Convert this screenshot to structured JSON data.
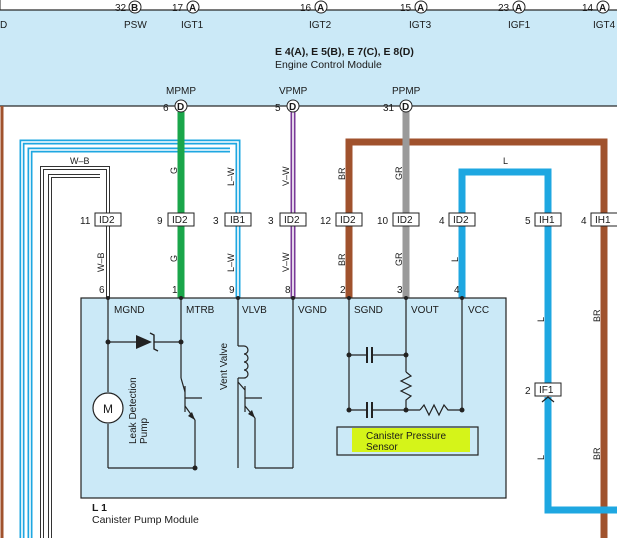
{
  "colors": {
    "module_fill": "#cbe9f7",
    "wire_green": "#1aa64a",
    "wire_purple": "#7a3a98",
    "wire_brown": "#a0522d",
    "wire_gray": "#9a9a9a",
    "wire_blue": "#1ea7e1",
    "wire_white": "#ffffff",
    "highlight": "#d6f500"
  },
  "ecm": {
    "title": "E 4(A), E 5(B), E 7(C), E 8(D)",
    "subtitle": "Engine Control Module",
    "top_pins": [
      {
        "num": "",
        "conn": "",
        "name": "D"
      },
      {
        "num": "32",
        "conn": "B",
        "name": "PSW"
      },
      {
        "num": "17",
        "conn": "A",
        "name": "IGT1"
      },
      {
        "num": "16",
        "conn": "A",
        "name": "IGT2"
      },
      {
        "num": "15",
        "conn": "A",
        "name": "IGT3"
      },
      {
        "num": "23",
        "conn": "A",
        "name": "IGF1"
      },
      {
        "num": "14",
        "conn": "A",
        "name": "IGT4"
      }
    ],
    "bottom_pins": [
      {
        "num": "6",
        "conn": "D",
        "name": "MPMP"
      },
      {
        "num": "5",
        "conn": "D",
        "name": "VPMP"
      },
      {
        "num": "31",
        "conn": "D",
        "name": "PPMP"
      }
    ]
  },
  "wire_codes": {
    "wb": "W–B",
    "g": "G",
    "lw": "L–W",
    "vw": "V–W",
    "br": "BR",
    "gr": "GR",
    "l": "L"
  },
  "junctions": [
    {
      "num": "11",
      "label": "ID2"
    },
    {
      "num": "9",
      "label": "ID2"
    },
    {
      "num": "3",
      "label": "IB1"
    },
    {
      "num": "3",
      "label": "ID2"
    },
    {
      "num": "12",
      "label": "ID2"
    },
    {
      "num": "10",
      "label": "ID2"
    },
    {
      "num": "4",
      "label": "ID2"
    },
    {
      "num": "5",
      "label": "IH1"
    },
    {
      "num": "4",
      "label": "IH1"
    }
  ],
  "if1": {
    "num": "2",
    "label": "IF1"
  },
  "module": {
    "id": "L 1",
    "name": "Canister Pump Module",
    "pins": [
      {
        "num": "6",
        "name": "MGND"
      },
      {
        "num": "1",
        "name": "MTRB"
      },
      {
        "num": "9",
        "name": "VLVB"
      },
      {
        "num": "8",
        "name": "VGND"
      },
      {
        "num": "2",
        "name": "SGND"
      },
      {
        "num": "3",
        "name": "VOUT"
      },
      {
        "num": "4",
        "name": "VCC"
      }
    ],
    "motor_symbol": "M",
    "pump_label_line1": "Leak Detection",
    "pump_label_line2": "Pump",
    "valve_label": "Vent Valve",
    "sensor_line1": "Canister Pressure",
    "sensor_line2": "Sensor"
  }
}
